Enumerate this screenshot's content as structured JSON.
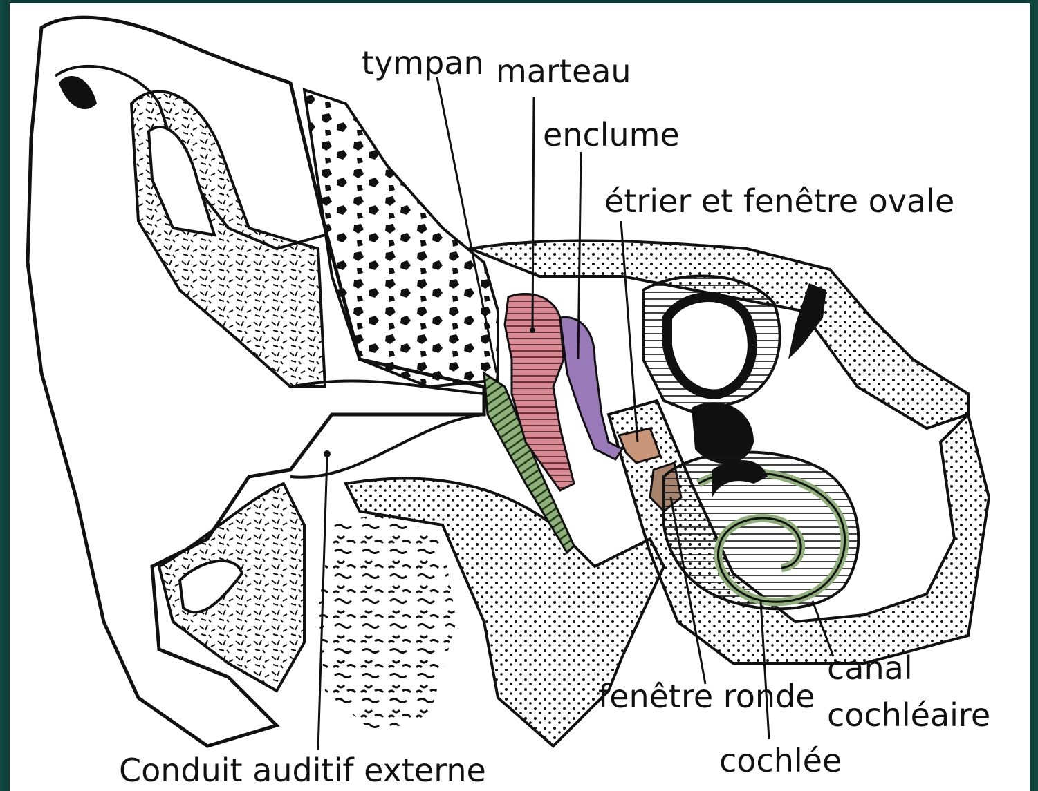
{
  "labels": {
    "tympan": "tympan",
    "marteau": "marteau",
    "enclume": "enclume",
    "etrier": "étrier et fenêtre ovale",
    "canal_line1": "canal",
    "canal_line2": "cochléaire",
    "fenetre_ronde": "fenêtre ronde",
    "cochlee": "cochlée",
    "conduit": "Conduit auditif externe"
  },
  "colors": {
    "background": "#0b3a33",
    "sheet": "#ffffff",
    "ink": "#111111",
    "marteau": "#d98a93",
    "enclume": "#9a79b8",
    "tympan": "#8fb07a",
    "etrier": "#c9967a",
    "cochlear_duct": "#b9cfa0"
  }
}
